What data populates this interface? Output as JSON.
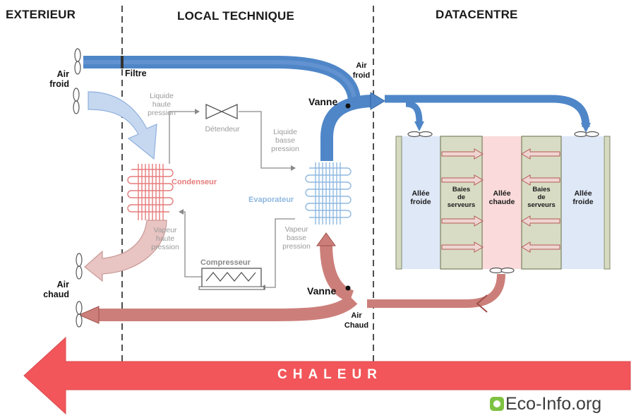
{
  "sections": {
    "exterieur": "EXTERIEUR",
    "local_technique": "LOCAL TECHNIQUE",
    "datacentre": "DATACENTRE"
  },
  "labels": {
    "filtre": "Filtre",
    "air_froid_left": [
      "Air",
      "froid"
    ],
    "air_chaud_left": [
      "Air",
      "chaud"
    ],
    "air_froid_right": [
      "Air",
      "froid"
    ],
    "air_chaud_right": [
      "Air",
      "Chaud"
    ],
    "vanne_top": "Vanne",
    "vanne_bottom": "Vanne"
  },
  "refrigeration": {
    "liquide_haute_pression": [
      "Liquide",
      "haute",
      "pression"
    ],
    "detendeur": "Détendeur",
    "liquide_basse_pression": [
      "Liquide",
      "basse",
      "pression"
    ],
    "condenseur": "Condenseur",
    "evaporateur": "Evaporateur",
    "vapeur_haute_pression": [
      "Vapeur",
      "haute",
      "pression"
    ],
    "vapeur_basse_pression": [
      "Vapeur",
      "basse",
      "pression"
    ],
    "compresseur": "Compresseur"
  },
  "datacentre": {
    "allee_froide": [
      "Allée",
      "froide"
    ],
    "baies_de_serveurs": [
      "Baies",
      "de",
      "serveurs"
    ],
    "allee_chaude": [
      "Allée",
      "chaude"
    ]
  },
  "footer": {
    "chaleur": "CHALEUR",
    "brand": "Eco-Info.org"
  },
  "colors": {
    "cold_air": "#4f86c8",
    "cold_air_light": "#c5d8f0",
    "hot_air": "#cc7f7a",
    "hot_air_light": "#e8c4c2",
    "chaleur_arrow": "#f2565a",
    "condenser": "#e67b7b",
    "evaporator": "#8fb8e0",
    "cold_aisle_bg": "#dfe8f7",
    "hot_aisle_bg": "#fadada",
    "rack_bg": "#d8dcc4",
    "brand_green": "#7ec242"
  }
}
